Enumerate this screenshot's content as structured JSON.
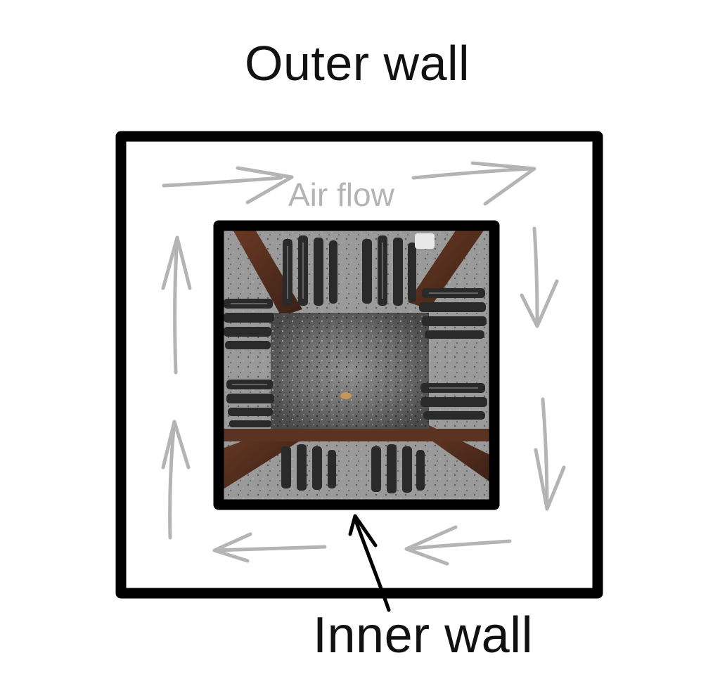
{
  "labels": {
    "outer_wall": "Outer wall",
    "air_flow": "Air flow",
    "inner_wall": "Inner wall"
  },
  "colors": {
    "wall": "#000000",
    "airflow_arrows": "#b4b4b4",
    "text": "#111111",
    "background": "#ffffff"
  },
  "photo": {
    "subject": "top-down view of forge firepot with air nozzles around a central ash bed"
  },
  "arrows": {
    "flow_direction": "clockwise"
  }
}
